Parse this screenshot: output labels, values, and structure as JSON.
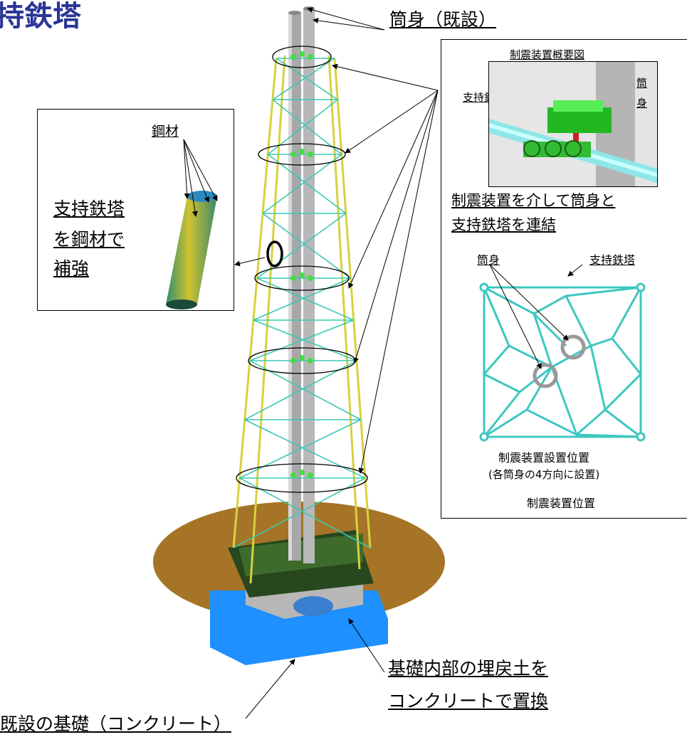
{
  "title": "持鉄塔",
  "labels": {
    "stack_existing": "筒身（既設）",
    "existing_foundation": "既設の基礎（コンクリート）",
    "foundation_fill_line1": "基礎内部の埋戻土を",
    "foundation_fill_line2": "コンクリートで置換"
  },
  "left_panel": {
    "steel_label": "鋼材",
    "reinforce_line1": "支持鉄塔",
    "reinforce_line2": "を鋼材で",
    "reinforce_line3": "補強"
  },
  "right_panel": {
    "overview_title": "制震装置概要図",
    "tower_label": "支持鉄塔",
    "stack_label_char1": "筒",
    "stack_label_char2": "身",
    "connect_line1": "制震装置を介して筒身と",
    "connect_line2": "支持鉄塔を連結",
    "plan_stack_label": "筒身",
    "plan_tower_label": "支持鉄塔",
    "install_line1": "制震装置設置位置",
    "install_line2": "(各筒身の4方向に設置)",
    "position_caption": "制震装置位置"
  },
  "colors": {
    "title": "#2a3596",
    "lattice_teal": "#3cc8b4",
    "leg_yellow": "#d8d040",
    "stack_gray": "#a0a0a0",
    "base_dark_green": "#27471e",
    "ground_brown": "#9b6510",
    "foundation_blue": "#1e90ff",
    "damper_green": "#44dd44"
  }
}
